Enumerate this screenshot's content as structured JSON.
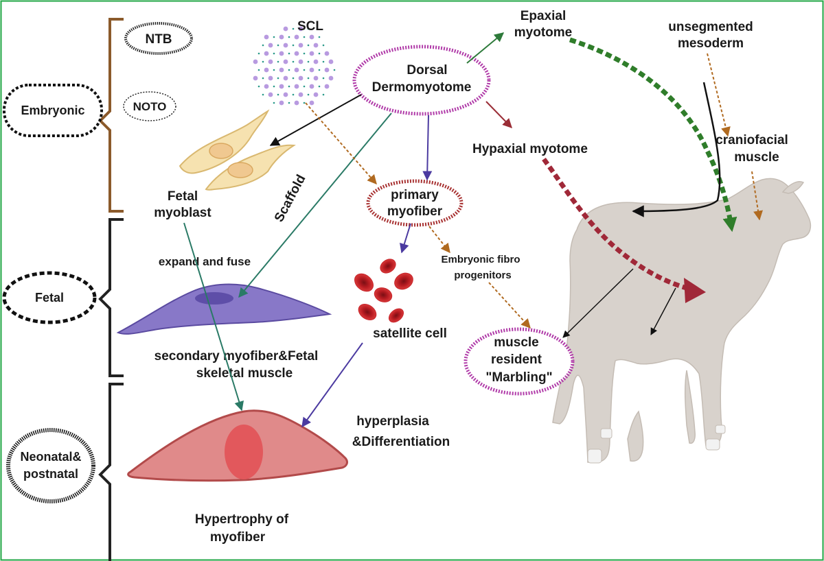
{
  "colors": {
    "frame": "#22a745",
    "bracket_embryonic": "#8b5a2b",
    "bracket_other": "#222222",
    "dermo_ring": "#b03aa8",
    "primary_ring": "#a83232",
    "arrow_green": "#2d7a3a",
    "arrow_teal": "#2a7a66",
    "arrow_purple": "#4b3aa0",
    "arrow_brown": "#b06a20",
    "arrow_darkred": "#9a2d36",
    "dashed_green": "#2f7d2a",
    "dashed_red": "#a02838",
    "myoblast": "#f6e2b0",
    "myofiber_secondary": "#8878c8",
    "myofiber_hypertrophy": "#e08a8a",
    "satellite": "#c8242a",
    "cow": "#d8d2cc",
    "scl_dots": "#b89ae0"
  },
  "stages": {
    "embryonic": "Embryonic",
    "fetal": "Fetal",
    "neonatal_line1": "Neonatal&",
    "neonatal_line2": "postnatal"
  },
  "labels": {
    "ntb": "NTB",
    "noto": "NOTO",
    "scl": "SCL",
    "dorsal_line1": "Dorsal",
    "dorsal_line2": "Dermomyotome",
    "epaxial_line1": "Epaxial",
    "epaxial_line2": "myotome",
    "unsegmented_line1": "unsegmented",
    "unsegmented_line2": "mesoderm",
    "hypaxial": "Hypaxial myotome",
    "craniofacial_line1": "craniofacial",
    "craniofacial_line2": "muscle",
    "fetal_myoblast_line1": "Fetal",
    "fetal_myoblast_line2": "myoblast",
    "scaffold": "Scaffold",
    "primary_line1": "primary",
    "primary_line2": "myofiber",
    "embryonic_fibro_line1": "Embryonic fibro",
    "embryonic_fibro_line2": "progenitors",
    "expand_fuse": "expand and fuse",
    "satellite_cell": "satellite cell",
    "muscle_resident_line1": "muscle",
    "muscle_resident_line2": "resident",
    "muscle_resident_line3": "\"Marbling\"",
    "secondary_line1": "secondary myofiber&Fetal",
    "secondary_line2": "skeletal muscle",
    "hyperplasia_line1": "hyperplasia",
    "hyperplasia_line2": "&Differentiation",
    "hypertrophy_line1": "Hypertrophy  of",
    "hypertrophy_line2": "myofiber"
  }
}
